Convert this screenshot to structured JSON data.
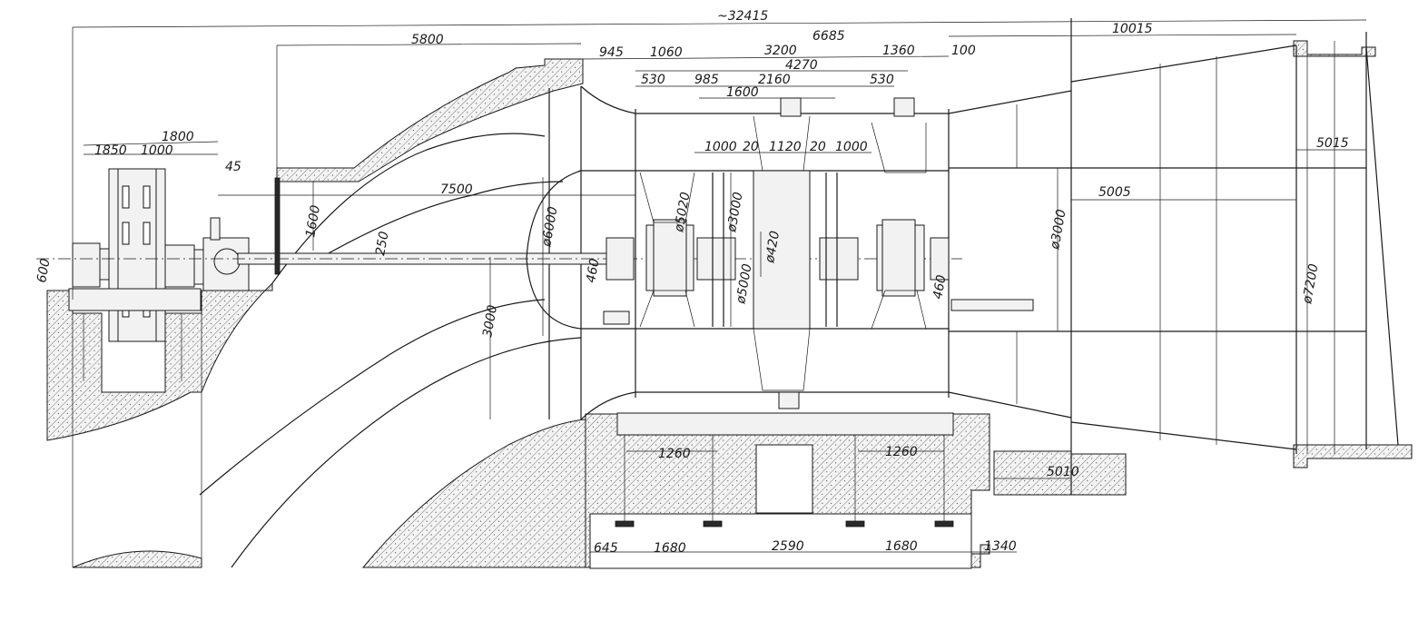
{
  "drawing": {
    "dimensions": [
      {
        "id": "d-overall",
        "text": "~32415"
      },
      {
        "id": "d-5800",
        "text": "5800"
      },
      {
        "id": "d-945",
        "text": "945"
      },
      {
        "id": "d-1060",
        "text": "1060"
      },
      {
        "id": "d-3200",
        "text": "3200"
      },
      {
        "id": "d-6685",
        "text": "6685"
      },
      {
        "id": "d-1360",
        "text": "1360"
      },
      {
        "id": "d-100",
        "text": "100"
      },
      {
        "id": "d-10015",
        "text": "10015"
      },
      {
        "id": "d-4270",
        "text": "4270"
      },
      {
        "id": "d-530a",
        "text": "530"
      },
      {
        "id": "d-985",
        "text": "985"
      },
      {
        "id": "d-2160",
        "text": "2160"
      },
      {
        "id": "d-530b",
        "text": "530"
      },
      {
        "id": "d-1600a",
        "text": "1600"
      },
      {
        "id": "d-1800",
        "text": "1800"
      },
      {
        "id": "d-1850",
        "text": "1850"
      },
      {
        "id": "d-1000a",
        "text": "1000"
      },
      {
        "id": "d-45",
        "text": "45"
      },
      {
        "id": "d-1000b",
        "text": "1000"
      },
      {
        "id": "d-20a",
        "text": "20"
      },
      {
        "id": "d-1120",
        "text": "1120"
      },
      {
        "id": "d-20b",
        "text": "20"
      },
      {
        "id": "d-1000c",
        "text": "1000"
      },
      {
        "id": "d-5015",
        "text": "5015"
      },
      {
        "id": "d-7500",
        "text": "7500"
      },
      {
        "id": "d-5005",
        "text": "5005"
      },
      {
        "id": "d-1600b",
        "text": "1600"
      },
      {
        "id": "d-250",
        "text": "250"
      },
      {
        "id": "d-600",
        "text": "600"
      },
      {
        "id": "d-6000",
        "text": "ø6000"
      },
      {
        "id": "d-5020",
        "text": "ø5020"
      },
      {
        "id": "d-3000a",
        "text": "ø3000"
      },
      {
        "id": "d-420",
        "text": "ø420"
      },
      {
        "id": "d-5000",
        "text": "ø5000"
      },
      {
        "id": "d-3000b",
        "text": "ø3000"
      },
      {
        "id": "d-7200",
        "text": "ø7200"
      },
      {
        "id": "d-460a",
        "text": "460"
      },
      {
        "id": "d-460b",
        "text": "460"
      },
      {
        "id": "d-3000c",
        "text": "3000"
      },
      {
        "id": "d-1260a",
        "text": "1260"
      },
      {
        "id": "d-1260b",
        "text": "1260"
      },
      {
        "id": "d-5010",
        "text": "5010"
      },
      {
        "id": "d-645",
        "text": "645"
      },
      {
        "id": "d-1680a",
        "text": "1680"
      },
      {
        "id": "d-2590",
        "text": "2590"
      },
      {
        "id": "d-1680b",
        "text": "1680"
      },
      {
        "id": "d-1340",
        "text": "1340"
      }
    ]
  }
}
